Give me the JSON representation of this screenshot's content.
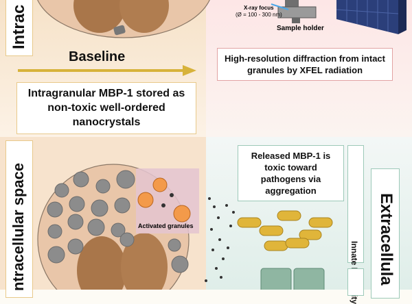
{
  "labels": {
    "intracellular_top": "Intrac",
    "baseline": "Baseline",
    "stored_text": "Intragranular MBP-1 stored as non-toxic well-ordered nanocrystals",
    "xray_focus": "X-ray focus",
    "xray_focus_size": "(Ø = 100 - 300 nm)",
    "sample_holder": "Sample holder",
    "diffraction_text": "High-resolution diffraction from intact granules by XFEL radiation",
    "intracellular_space": "ntracellular space",
    "activated_granules": "Activated granules",
    "released_text": "Released MBP-1 is toxic toward pathogens via aggregation",
    "innate_immunity": "Innate Immunity",
    "extracellular": "Extracellula"
  },
  "colors": {
    "arrow": "#d7b23a",
    "panel_left": "#f8e4cc",
    "panel_right": "#eaf3f0",
    "cell_fill": "#e9c6a9",
    "nucleus": "#a9764a",
    "box_border": "#e8c98a"
  }
}
